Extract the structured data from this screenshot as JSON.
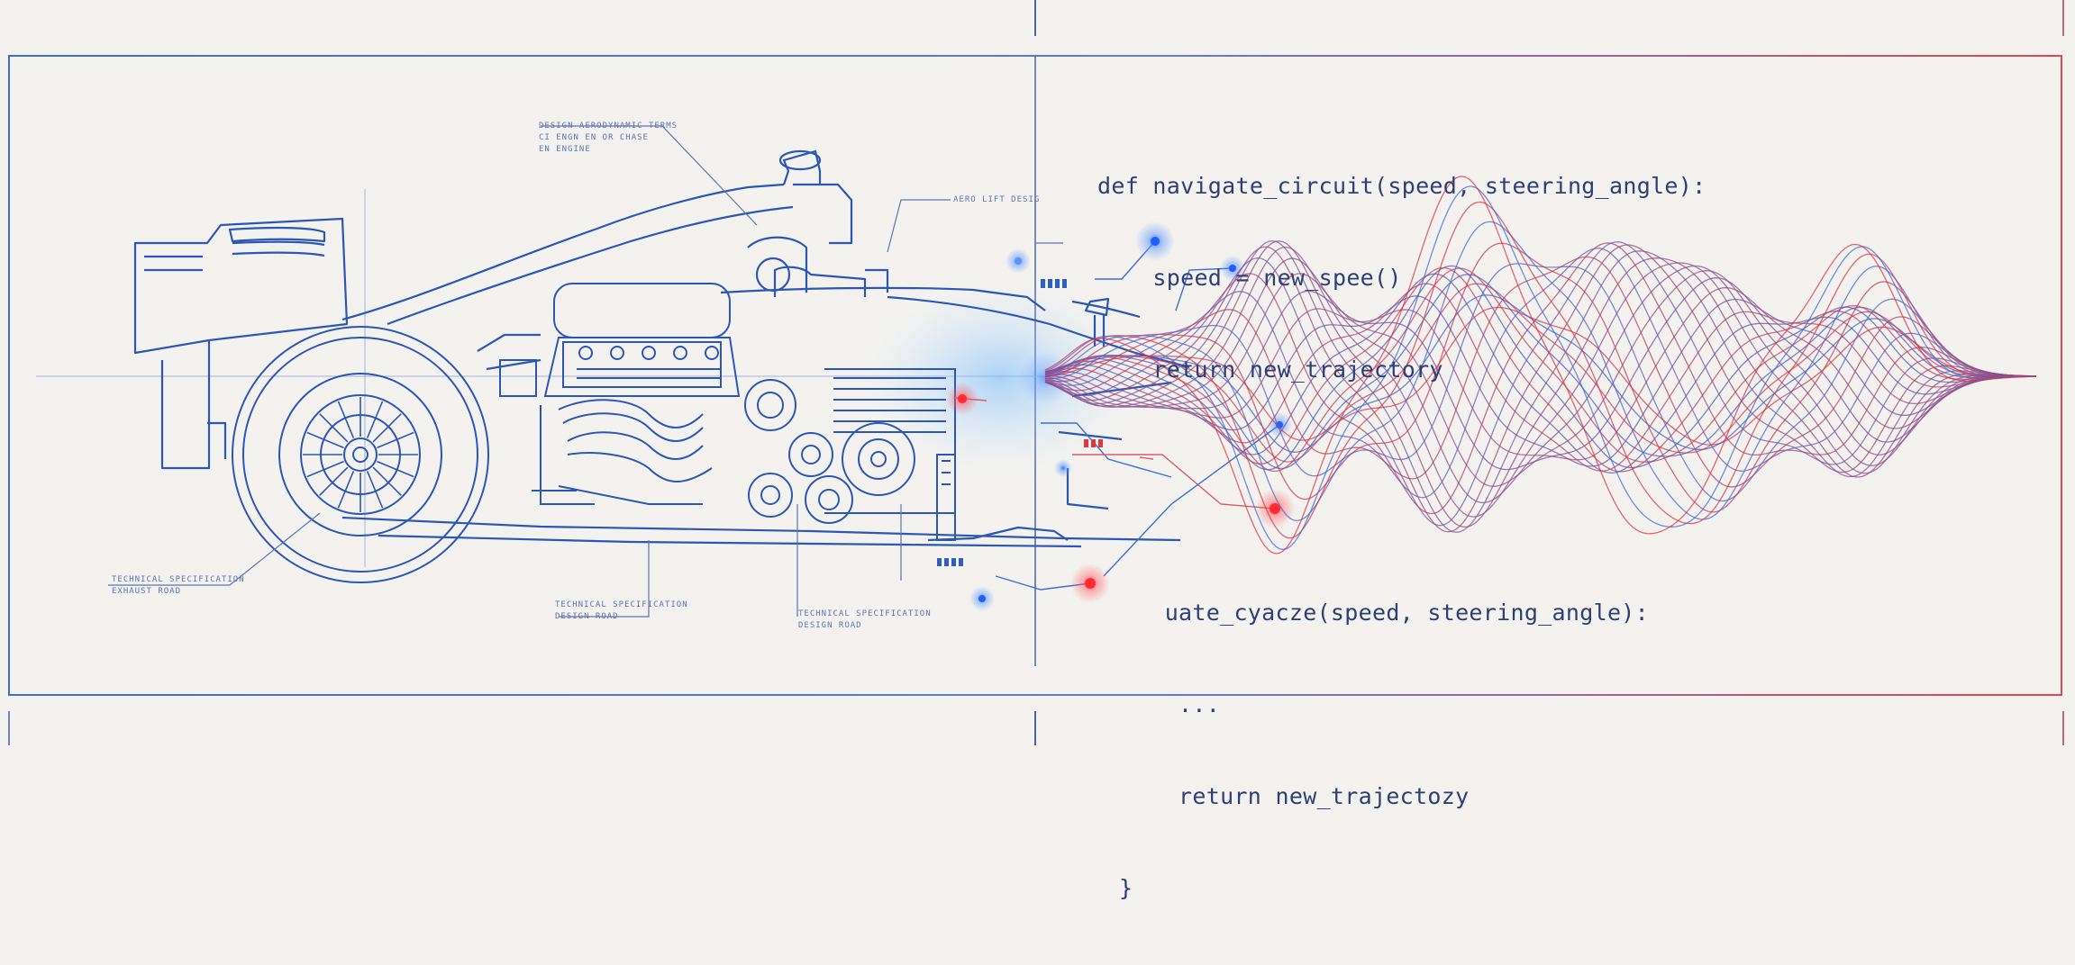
{
  "colors": {
    "background": "#f3f2ef",
    "blueprint_blue": "#2f5fbf",
    "accent_red": "#e0383f",
    "code_text": "#2d3f74",
    "glow_blue": "#3f7df0"
  },
  "code_top": {
    "line1": "def navigate_circuit(speed, steering_angle):",
    "line2": "    speed = new_spee()",
    "line3": "    return new_trajectory"
  },
  "code_bottom": {
    "line1": "  uate_cyacze(speed, steering_angle):",
    "line2": "   ...",
    "line3": "   return new_trajectozy",
    "line4": "}"
  },
  "callouts": {
    "top_label": "DESIGN AERODYNAMIC TERMS\nCI ENGN EN OR CHASE\nEN ENGINE",
    "mid_label": "AERO LIFT DESIG",
    "wheel_label": "TECHNICAL SPECIFICATION\nEXHAUST ROAD",
    "engine_label": "TECHNICAL SPECIFICATION\nDESIGN ROAD",
    "gear_label": "TECHNICAL SPECIFICATION\nDESIGN ROAD"
  },
  "icons": [
    "glow-node-icon",
    "gear-icon",
    "wheel-icon",
    "engine-icon"
  ]
}
